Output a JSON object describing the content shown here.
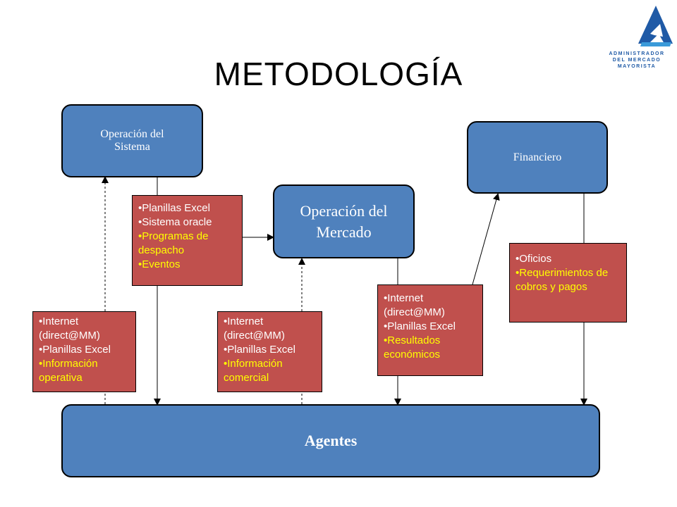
{
  "title": "METODOLOGÍA",
  "logo": {
    "lines": [
      "ADMINISTRADOR",
      "DEL MERCADO",
      "MAYORISTA"
    ]
  },
  "nodes": {
    "operacion_sistema": "Operación del Sistema",
    "financiero": "Financiero",
    "operacion_mercado": "Operación del Mercado",
    "agentes": "Agentes"
  },
  "notes": {
    "sistema_to_agentes": [
      {
        "text": "•Planillas Excel",
        "highlight": false
      },
      {
        "text": "•Sistema oracle",
        "highlight": false
      },
      {
        "text": "•Programas de despacho",
        "highlight": true
      },
      {
        "text": "•Eventos",
        "highlight": true
      }
    ],
    "agentes_to_sistema": [
      {
        "text": "•Internet (direct@MM)",
        "highlight": false
      },
      {
        "text": "•Planillas Excel",
        "highlight": false
      },
      {
        "text": "•Información operativa",
        "highlight": true
      }
    ],
    "agentes_to_mercado": [
      {
        "text": "•Internet (direct@MM)",
        "highlight": false
      },
      {
        "text": "•Planillas Excel",
        "highlight": false
      },
      {
        "text": "•Información comercial",
        "highlight": true
      }
    ],
    "mercado_to_agentes": [
      {
        "text": "•Internet (direct@MM)",
        "highlight": false
      },
      {
        "text": "•Planillas Excel",
        "highlight": false
      },
      {
        "text": "•Resultados económicos",
        "highlight": true
      }
    ],
    "financiero_to_agentes": [
      {
        "text": "•Oficios",
        "highlight": false
      },
      {
        "text": "•Requerimientos de cobros y pagos",
        "highlight": true
      }
    ]
  },
  "colors": {
    "node_fill": "#4f81bd",
    "note_fill": "#c0504d",
    "highlight_text": "#ffff00"
  }
}
